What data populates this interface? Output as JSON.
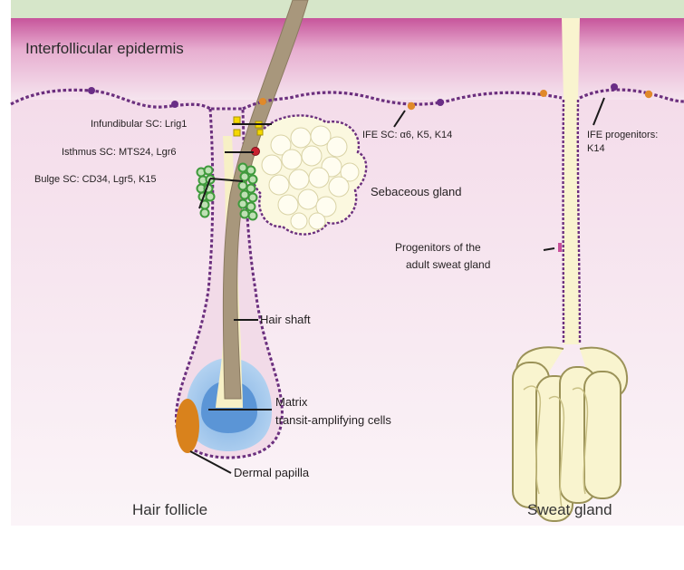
{
  "colors": {
    "top_band": "#d6e6c9",
    "epidermis_top": "#c7559b",
    "epidermis_mid": "#f1d4e6",
    "dermis": "#f7ecf3",
    "cell_outline": "#6b2f7e",
    "hair_shaft": "#a8977c",
    "inner_root_sheath": "#f7f0c6",
    "bulb_outer": "#9ec3ea",
    "matrix": "#5b95d6",
    "dermal_papilla": "#d9821c",
    "stem_cell_green": "#3f9a3c",
    "infundibulum_yellow": "#f5d800",
    "isthmus_red": "#c8202f",
    "ife_sc_orange": "#e08a2a",
    "ife_progenitor_purple": "#6a2d86",
    "sebaceous_cells": "#fbf8df",
    "sweat_gland": "#f9f4cf",
    "label_line": "#1a1a1a"
  },
  "labels": {
    "interfollicular_epidermis": "Interfollicular epidermis",
    "infundibular_sc": "Infundibular SC: Lrig1",
    "isthmus_sc": "Isthmus SC: MTS24, Lgr6",
    "bulge_sc": "Bulge SC: CD34, Lgr5, K15",
    "ife_sc": "IFE SC: α6, K5, K14",
    "ife_progenitors_line1": "IFE progenitors:",
    "ife_progenitors_line2": "K14",
    "sebaceous_gland": "Sebaceous gland",
    "sweat_progenitors_line1": "Progenitors of the",
    "sweat_progenitors_line2": "adult sweat gland",
    "hair_shaft": "Hair shaft",
    "matrix_line1": "Matrix",
    "matrix_line2": "transit-amplifying cells",
    "dermal_papilla": "Dermal papilla",
    "hair_follicle": "Hair follicle",
    "sweat_gland": "Sweat gland"
  }
}
